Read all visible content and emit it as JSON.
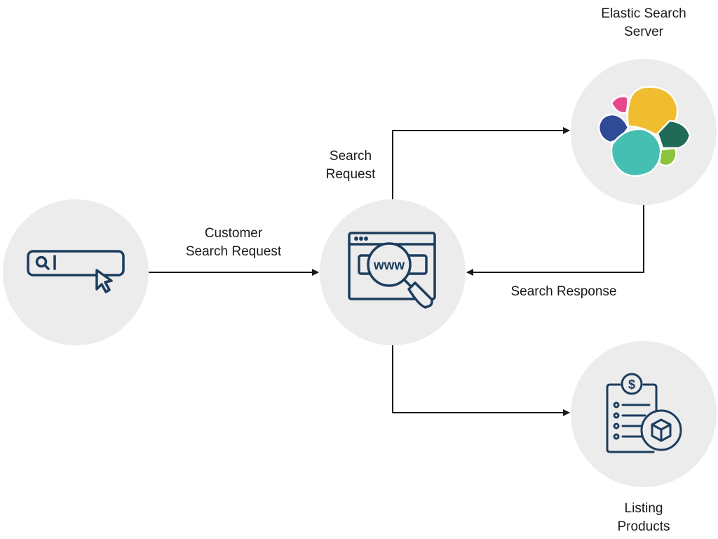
{
  "colors": {
    "node_fill": "#ececec",
    "icon_stroke": "#1c3d5e",
    "connector": "#1a1a1a",
    "label_text": "#1a1a1a",
    "elastic_pink": "#e8488b",
    "elastic_yellow": "#f0bd30",
    "elastic_blue": "#2f4a96",
    "elastic_teal": "#45bfb2",
    "elastic_green": "#1f6b57",
    "elastic_lime": "#8cc43f"
  },
  "nodes": {
    "search_bar": {
      "icon": "search-bar-cursor-icon"
    },
    "web_search": {
      "icon": "www-magnifier-icon"
    },
    "elastic": {
      "icon": "elastic-logo-icon",
      "label_line1": "Elastic Search",
      "label_line2": "Server"
    },
    "listing": {
      "icon": "price-list-box-icon",
      "label_line1": "Listing",
      "label_line2": "Products"
    }
  },
  "edges": {
    "customer_request": {
      "label_line1": "Customer",
      "label_line2": "Search Request"
    },
    "search_request": {
      "label_line1": "Search",
      "label_line2": "Request"
    },
    "search_response": {
      "label": "Search Response"
    },
    "to_listing": {
      "label": ""
    }
  },
  "icon_text": {
    "www": "www",
    "dollar": "$"
  }
}
